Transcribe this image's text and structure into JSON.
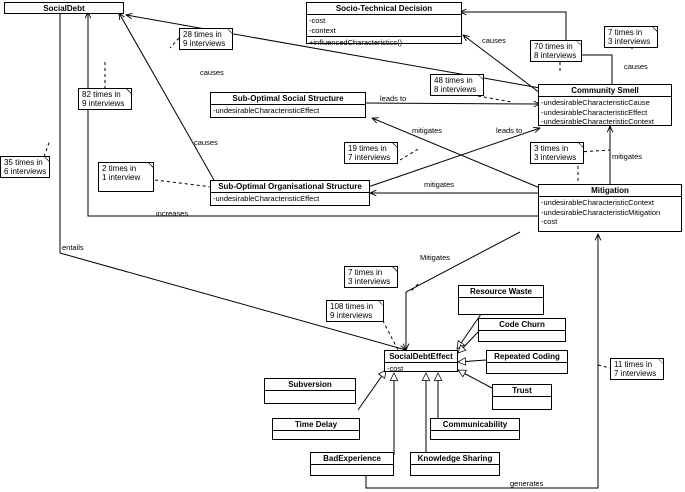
{
  "classes": {
    "social_debt": {
      "name": "SocialDebt"
    },
    "socio_technical_decision": {
      "name": "Socio-Technical Decision",
      "attributes": [
        "-cost",
        "-context"
      ],
      "operations": [
        "+influencedCharacteristics()"
      ]
    },
    "sub_optimal_social": {
      "name": "Sub-Optimal Social Structure",
      "attributes": [
        "-undesirableCharacteristicEffect"
      ]
    },
    "sub_optimal_org": {
      "name": "Sub-Optimal Organisational Structure",
      "attributes": [
        "-undesirableCharacteristicEffect"
      ]
    },
    "community_smell": {
      "name": "Community Smell",
      "attributes": [
        "-undesirableCharacteristicCause",
        "-undesirableCharacteristicEffect",
        "-undesirableCharacteristicContext"
      ]
    },
    "mitigation": {
      "name": "Mitigation",
      "attributes": [
        "-undesirableCharacteristicContext",
        "-undesirableCharacteristicMitigation",
        "-cost"
      ]
    },
    "social_debt_effect": {
      "name": "SocialDebtEffect",
      "attributes": [
        "-cost"
      ]
    },
    "resource_waste": {
      "name": "Resource Waste"
    },
    "code_churn": {
      "name": "Code Churn"
    },
    "repeated_coding": {
      "name": "Repeated Coding"
    },
    "trust": {
      "name": "Trust"
    },
    "subversion": {
      "name": "Subversion"
    },
    "time_delay": {
      "name": "Time Delay"
    },
    "communicability": {
      "name": "Communicability"
    },
    "bad_experience": {
      "name": "BadExperience"
    },
    "knowledge_sharing": {
      "name": "Knowledge Sharing"
    }
  },
  "notes": {
    "n28": [
      "28 times in",
      "9 interviews"
    ],
    "n82": [
      "82 times in",
      "9 interviews"
    ],
    "n70": [
      "70 times in",
      "8 interviews"
    ],
    "n7a": [
      "7 times in",
      "3 interviews"
    ],
    "n48": [
      "48 times in",
      "8 interviews"
    ],
    "n35": [
      "35 times in",
      "6 interviews"
    ],
    "n2": [
      "2 times in",
      "1 interview"
    ],
    "n19": [
      "19 times in",
      "7 interviews"
    ],
    "n3": [
      "3 times in",
      "3 interviews"
    ],
    "n7b": [
      "7 times in",
      "3 interviews"
    ],
    "n108": [
      "108 times in",
      "9 interviews"
    ],
    "n11": [
      "11 times in",
      "7 interviews"
    ]
  },
  "labels": {
    "causes_top": "causes",
    "causes_right": "causes",
    "causes_upper": "causes",
    "causes_mid": "causes",
    "leads_to_1": "leads to",
    "leads_to_2": "leads to",
    "mitigates_1": "mitigates",
    "mitigates_2": "mitigates",
    "mitigates_3": "mitigates",
    "increases": "increases",
    "entails": "entails",
    "mitigates_cap": "Mitigates",
    "generates": "generates"
  }
}
